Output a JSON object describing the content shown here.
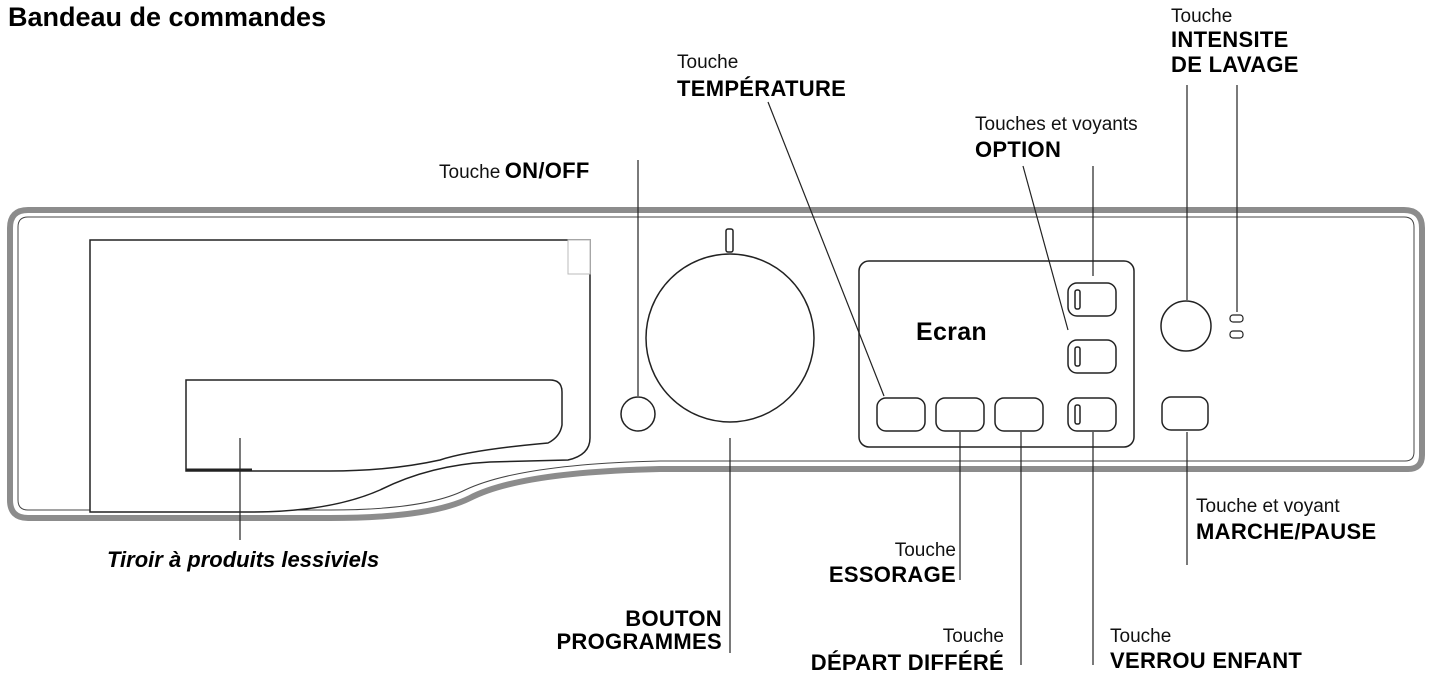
{
  "title": "Bandeau de commandes",
  "callouts": {
    "temperature": {
      "prefix": "Touche",
      "name": "TEMPÉRATURE"
    },
    "intensite": {
      "prefix": "Touche",
      "name_line1": "INTENSITE",
      "name_line2": "DE LAVAGE"
    },
    "option": {
      "prefix": "Touches et voyants",
      "name": "OPTION"
    },
    "onoff": {
      "prefix": "Touche",
      "name": "ON/OFF"
    },
    "tiroir": {
      "name": "Tiroir à produits lessiviels"
    },
    "programmes": {
      "name_line1": "BOUTON",
      "name_line2": "PROGRAMMES"
    },
    "essorage": {
      "prefix": "Touche",
      "name": "ESSORAGE"
    },
    "depart": {
      "prefix": "Touche",
      "name": "DÉPART DIFFÉRÉ"
    },
    "verrou": {
      "prefix": "Touche",
      "name": "VERROU ENFANT"
    },
    "marche": {
      "prefix": "Touche et voyant",
      "name": "MARCHE/PAUSE"
    }
  },
  "screen": {
    "label": "Ecran"
  }
}
